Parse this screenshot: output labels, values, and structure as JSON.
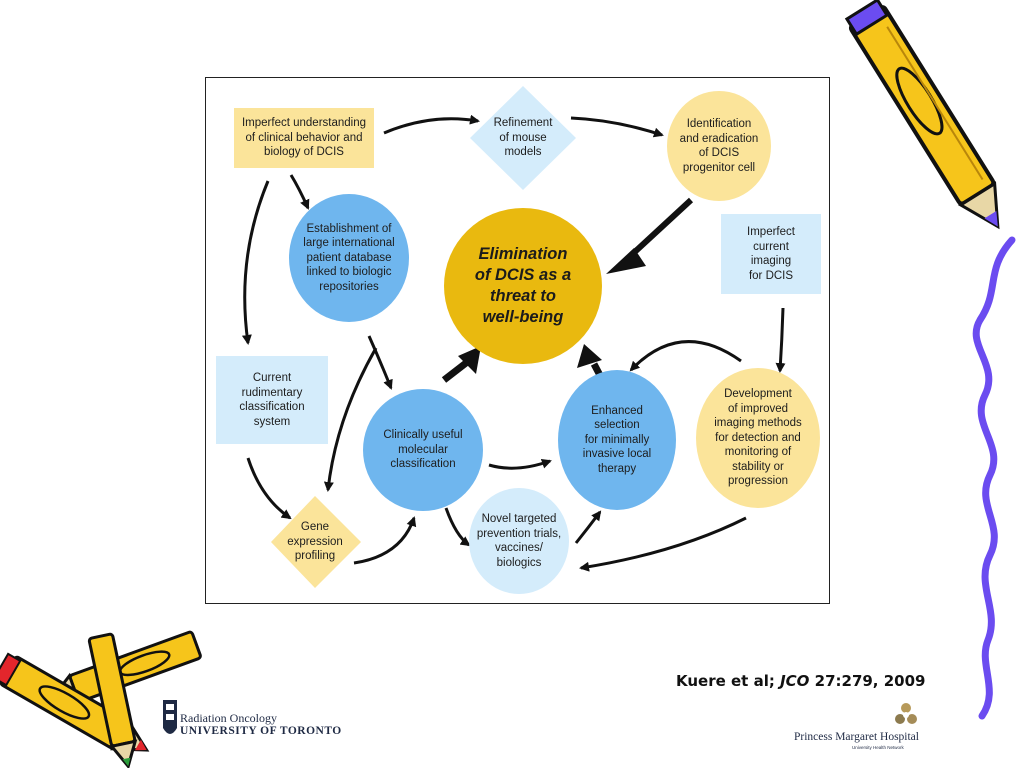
{
  "diagram": {
    "center": "Elimination\nof DCIS as a\nthreat to\nwell-being",
    "imperfect_understanding": "Imperfect understanding\nof clinical behavior and\nbiology of DCIS",
    "refinement": "Refinement\nof mouse\nmodels",
    "identification": "Identification\nand eradication\nof DCIS\nprogenitor cell",
    "establishment": "Establishment of\nlarge international\npatient database\nlinked to biologic\nrepositories",
    "imperfect_imaging": "Imperfect\ncurrent\nimaging\nfor DCIS",
    "current_classification": "Current\nrudimentary\nclassification\nsystem",
    "molecular_classification": "Clinically useful\nmolecular\nclassification",
    "enhanced_selection": "Enhanced\nselection\nfor minimally\ninvasive local\ntherapy",
    "development_imaging": "Development\nof improved\nimaging methods\nfor detection and\nmonitoring of\nstability or\nprogression",
    "gene_expression": "Gene\nexpression\nprofiling",
    "novel_trials": "Novel targeted\nprevention trials,\nvaccines/\nbiologics"
  },
  "citation": {
    "authors": "Kuere et al; ",
    "journal": "JCO",
    "ref": " 27:279, 2009"
  },
  "logos": {
    "uoft_line1": "Radiation Oncology",
    "uoft_line2": "UNIVERSITY OF TORONTO",
    "pmh_name": "Princess Margaret Hospital",
    "pmh_sub": "University Health Network"
  },
  "colors": {
    "yellow_box": "#fbe49a",
    "blue_box": "#d4ecfb",
    "blue_circle": "#6fb6ee",
    "gold_center": "#e9b90f",
    "squiggle": "#6b4cf0",
    "crayon": "#f6c51b"
  }
}
